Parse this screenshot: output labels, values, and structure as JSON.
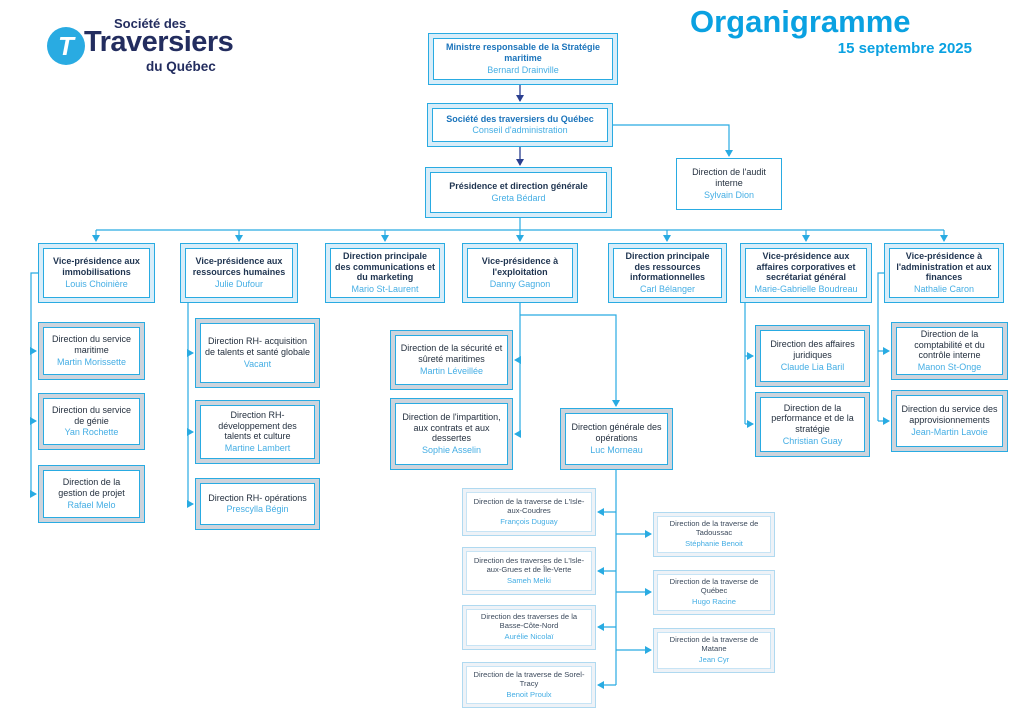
{
  "header": {
    "logo": {
      "icon": "stq-logo-icon",
      "glyph": "T",
      "line1": "Société des",
      "line2": "Traversiers",
      "line3": "du Québec"
    },
    "title": "Organigramme",
    "date": "15 septembre 2025"
  },
  "colors": {
    "accent_cyan": "#29ABE2",
    "title_blue": "#0AA1E1",
    "navy_text": "#1F3450",
    "blue_title_text": "#1B74BB",
    "person_name_blue": "#45AEE4",
    "top_box_fill": "#D8EDF9",
    "child_box_fill": "#CED4DC",
    "traverse_box_fill": "#EEF2F7",
    "dark_arrow": "#2B3F90"
  },
  "org": {
    "nodes": [
      {
        "id": "ministre",
        "style": "blue",
        "title": "Ministre responsable de la Stratégie maritime",
        "name": "Bernard Drainville"
      },
      {
        "id": "societe",
        "style": "blue",
        "title": "Société des traversiers du Québec",
        "name": "Conseil d'administration"
      },
      {
        "id": "presidence",
        "style": "navy",
        "title": "Présidence et direction générale",
        "name": "Greta Bédard"
      },
      {
        "id": "audit",
        "style": "audit",
        "title": "Direction de l'audit interne",
        "name": "Sylvain Dion"
      },
      {
        "id": "vp-immobilisations",
        "style": "navy",
        "title": "Vice-présidence aux immobilisations",
        "name": "Louis Choinière"
      },
      {
        "id": "vp-rh",
        "style": "navy",
        "title": "Vice-présidence aux ressources humaines",
        "name": "Julie Dufour"
      },
      {
        "id": "dp-communications",
        "style": "navy",
        "title": "Direction principale des communications et du marketing",
        "name": "Mario St-Laurent"
      },
      {
        "id": "vp-exploitation",
        "style": "navy",
        "title": "Vice-présidence à l'exploitation",
        "name": "Danny Gagnon"
      },
      {
        "id": "dp-ressources-info",
        "style": "navy",
        "title": "Direction principale des ressources informationnelles",
        "name": "Carl Bélanger"
      },
      {
        "id": "vp-affaires",
        "style": "navy",
        "title": "Vice-présidence aux affaires corporatives et secrétariat général",
        "name": "Marie-Gabrielle Boudreau"
      },
      {
        "id": "vp-finances",
        "style": "navy",
        "title": "Vice-présidence à l'administration et aux finances",
        "name": "Nathalie Caron"
      },
      {
        "id": "d-maritime",
        "style": "child",
        "title": "Direction du service maritime",
        "name": "Martin Morissette"
      },
      {
        "id": "d-genie",
        "style": "child",
        "title": "Direction du service de génie",
        "name": "Yan Rochette"
      },
      {
        "id": "d-gestion",
        "style": "child",
        "title": "Direction de la gestion de projet",
        "name": "Rafael Melo"
      },
      {
        "id": "rh-acquisition",
        "style": "child",
        "title": "Direction RH- acquisition de talents et santé globale",
        "name": "Vacant"
      },
      {
        "id": "rh-developpement",
        "style": "child",
        "title": "Direction RH- développement des talents et culture",
        "name": "Martine Lambert"
      },
      {
        "id": "rh-operations",
        "style": "child",
        "title": "Direction RH- opérations",
        "name": "Prescylla Bégin"
      },
      {
        "id": "d-securite",
        "style": "child",
        "title": "Direction de la sécurité et sûreté maritimes",
        "name": "Martin Léveillée"
      },
      {
        "id": "d-impartition",
        "style": "child",
        "title": "Direction de l'impartition, aux contrats et aux dessertes",
        "name": "Sophie Asselin"
      },
      {
        "id": "d-operations",
        "style": "child",
        "title": "Direction générale des opérations",
        "name": "Luc Morneau"
      },
      {
        "id": "d-juridiques",
        "style": "child",
        "title": "Direction des affaires juridiques",
        "name": "Claude Lia Baril"
      },
      {
        "id": "d-performance",
        "style": "child",
        "title": "Direction de la performance et de la stratégie",
        "name": "Christian Guay"
      },
      {
        "id": "d-comptabilite",
        "style": "child",
        "title": "Direction de la comptabilité et du contrôle interne",
        "name": "Manon St-Onge"
      },
      {
        "id": "d-approvisionnements",
        "style": "child",
        "title": "Direction du service des approvisionnements",
        "name": "Jean-Martin Lavoie"
      },
      {
        "id": "t-coudres",
        "style": "traverse",
        "title": "Direction de la traverse de L'Isle-aux-Coudres",
        "name": "François Duguay"
      },
      {
        "id": "t-grues",
        "style": "traverse",
        "title": "Direction des traverses de L'Isle-aux-Grues et de Île-Verte",
        "name": "Sameh Melki"
      },
      {
        "id": "t-bcn",
        "style": "traverse",
        "title": "Direction des traverses de la Basse-Côte-Nord",
        "name": "Aurélie Nicolaï"
      },
      {
        "id": "t-sorel",
        "style": "traverse",
        "title": "Direction de la traverse de Sorel-Tracy",
        "name": "Benoit Proulx"
      },
      {
        "id": "t-tadoussac",
        "style": "traverse",
        "title": "Direction de la traverse de Tadoussac",
        "name": "Stéphanie Benoit"
      },
      {
        "id": "t-quebec",
        "style": "traverse",
        "title": "Direction de la traverse de Québec",
        "name": "Hugo Racine"
      },
      {
        "id": "t-matane",
        "style": "traverse",
        "title": "Direction de la traverse de Matane",
        "name": "Jean Cyr"
      }
    ]
  }
}
